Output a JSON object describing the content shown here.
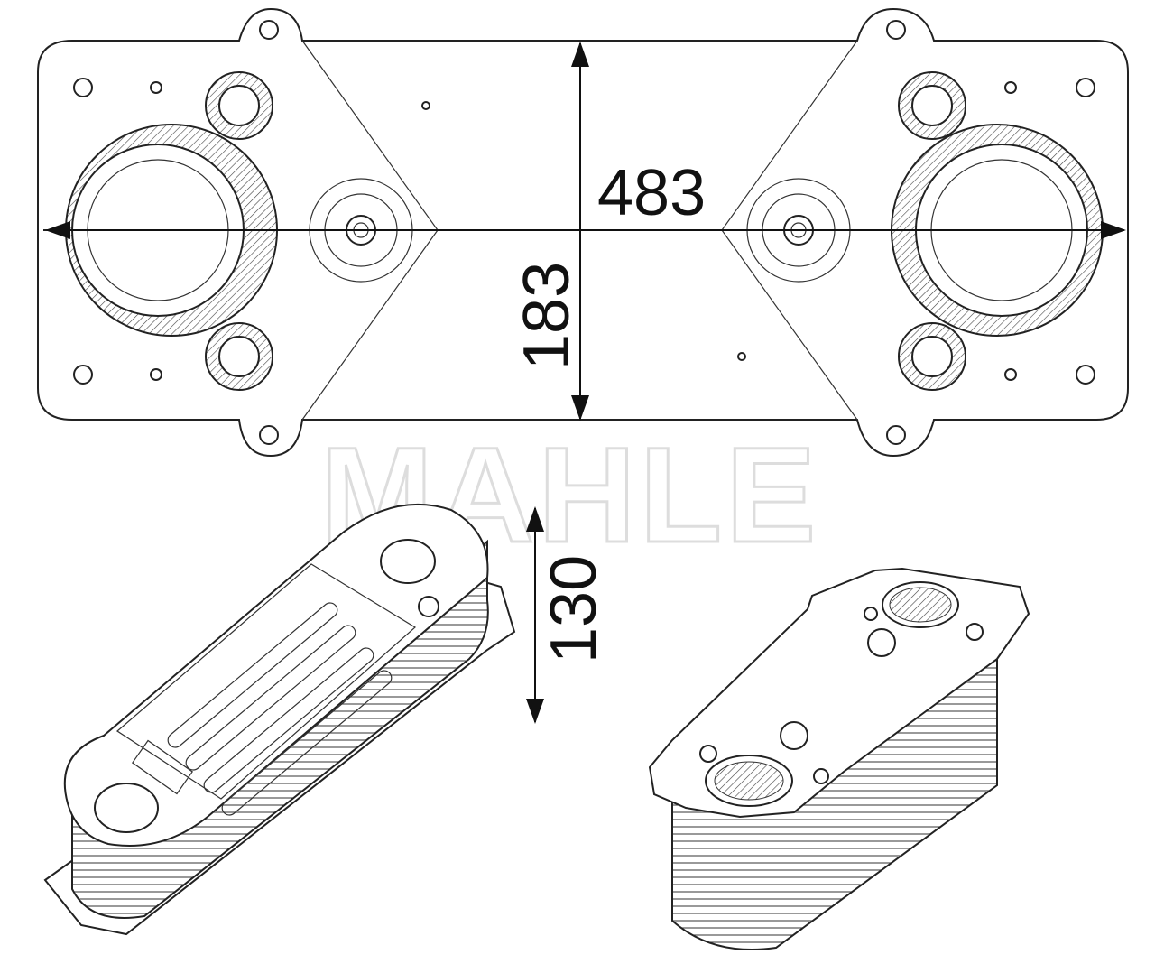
{
  "watermark": "MAHLE",
  "dimensions": {
    "width": "483",
    "height": "183",
    "depth": "130"
  },
  "colors": {
    "line": "#222222",
    "watermark": "#dddddd"
  }
}
